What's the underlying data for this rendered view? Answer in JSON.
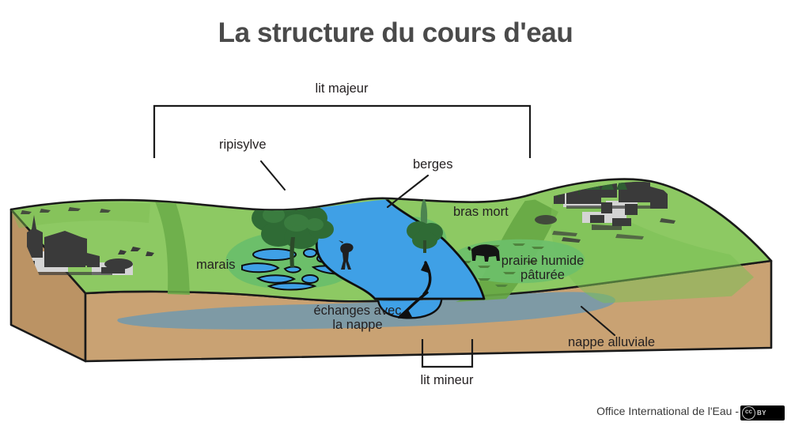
{
  "title": "La structure du cours d'eau",
  "labels": {
    "lit_majeur": "lit majeur",
    "ripisylve": "ripisylve",
    "berges": "berges",
    "bras_mort": "bras mort",
    "marais": "marais",
    "prairie_humide_line1": "prairie humide",
    "prairie_humide_line2": "pâturée",
    "echanges_line1": "échanges avec",
    "echanges_line2": "la nappe",
    "nappe_alluviale": "nappe alluviale",
    "lit_mineur": "lit mineur"
  },
  "credit": {
    "text": "Office International de l'Eau -",
    "license_cc": "cc",
    "license_by": "BY"
  },
  "colors": {
    "background": "#ffffff",
    "title": "#4a4a4a",
    "text": "#231f20",
    "grass_light": "#8dc963",
    "grass_mid": "#7cbf55",
    "grass_dark": "#5c9c3e",
    "marsh_green": "#6cbf6a",
    "soil_tan": "#c9a273",
    "soil_tan_dark": "#bb9364",
    "water_blue": "#3fa0e6",
    "groundwater": "#7a9aa8",
    "outline": "#1a1a1a",
    "village_dark": "#3a3a3a",
    "village_light": "#d4d4d4",
    "tree_dark": "#2f5d33",
    "tree_mid": "#47814a",
    "tree_light": "#6aa濃"
  },
  "scene": {
    "block_shape": "3d terrain block, green top surface with tan alluvial cross-section",
    "river": "meandering blue channel (S-curve) flowing from back-left to front-center",
    "features": [
      "village on left bank plateau",
      "riparian woodland (ripisylve) mid-left",
      "marsh pools (marais) on left floodplain",
      "oxbow lake (bras mort) on right floodplain",
      "grazing cow on wet meadow (prairie humide pâturée)",
      "heron standing at river edge",
      "hilltop village with trees on right",
      "groundwater lens (nappe alluviale) in cross-section",
      "double-headed arrow showing river / groundwater exchange"
    ]
  }
}
